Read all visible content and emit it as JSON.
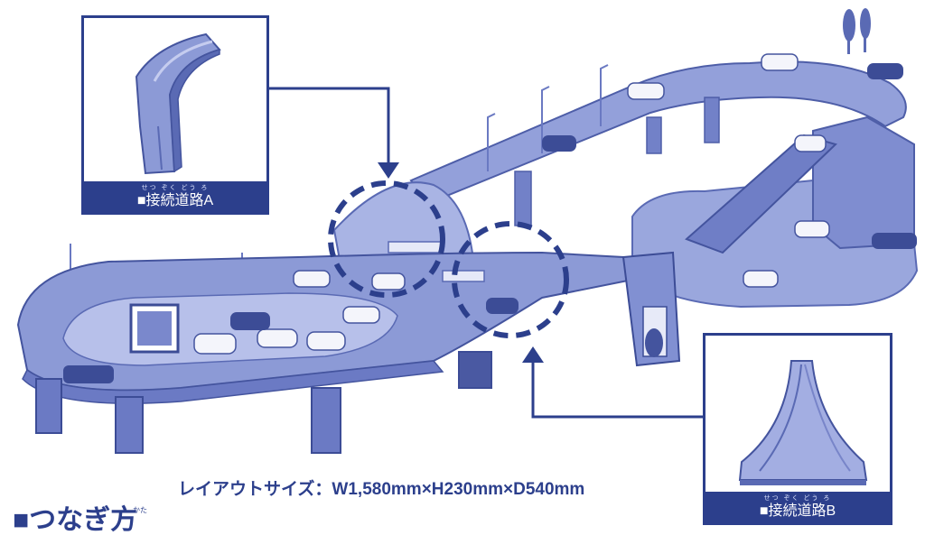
{
  "colors": {
    "primary": "#2c3f8c",
    "track": "#8c9ad6",
    "track_dark": "#5a6ab4",
    "track_light": "#c5ccef"
  },
  "inset_a": {
    "furigana": "せつ ぞく どう ろ",
    "label": "■接続道路A"
  },
  "inset_b": {
    "furigana": "せつ ぞく どう ろ",
    "label": "■接続道路B"
  },
  "layout_size": "レイアウトサイズ：W1,580mm×H230mm×D540mm",
  "section_heading": {
    "text": "■つなぎ方",
    "furigana": "かた"
  },
  "icons": [
    "road-piece-a-icon",
    "road-piece-b-icon",
    "toy-track-illustration",
    "dashed-circle-marker",
    "arrow-pointer"
  ]
}
